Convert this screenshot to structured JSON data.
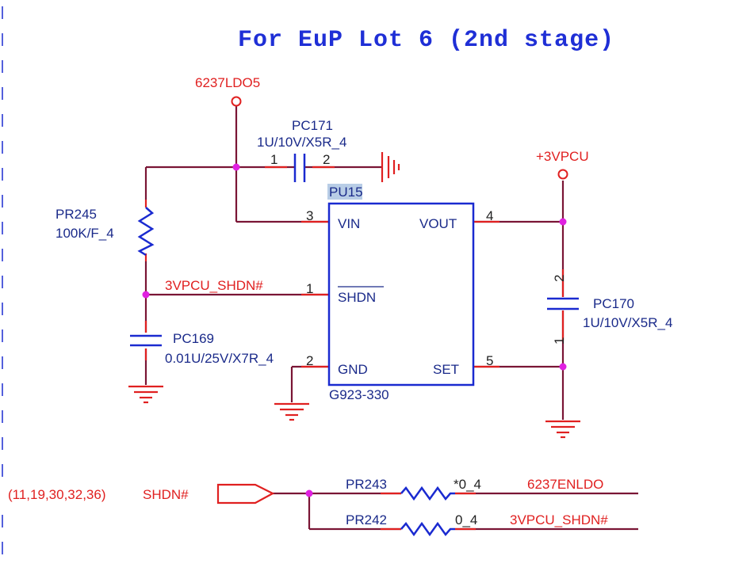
{
  "title": "For EuP Lot 6 (2nd stage)",
  "nets": {
    "ldo5": "6237LDO5",
    "vpcu": "+3VPCU",
    "shdn_net": "3VPCU_SHDN#",
    "shdn_port_refs": "(11,19,30,32,36)",
    "shdn_port": "SHDN#",
    "enldo": "6237ENLDO",
    "shdn_net2": "3VPCU_SHDN#"
  },
  "components": {
    "pc171": {
      "ref": "PC171",
      "value": "1U/10V/X5R_4",
      "pin1": "1",
      "pin2": "2"
    },
    "pr245": {
      "ref": "PR245",
      "value": "100K/F_4"
    },
    "pc169": {
      "ref": "PC169",
      "value": "0.01U/25V/X7R_4"
    },
    "pc170": {
      "ref": "PC170",
      "value": "1U/10V/X5R_4",
      "pin1": "1",
      "pin2": "2"
    },
    "pu15": {
      "ref": "PU15",
      "part": "G923-330",
      "pins": {
        "vin": {
          "name": "VIN",
          "num": "3"
        },
        "shdn": {
          "name": "SHDN",
          "num": "1"
        },
        "gnd": {
          "name": "GND",
          "num": "2"
        },
        "vout": {
          "name": "VOUT",
          "num": "4"
        },
        "set": {
          "name": "SET",
          "num": "5"
        }
      }
    },
    "pr243": {
      "ref": "PR243",
      "value": "*0_4"
    },
    "pr242": {
      "ref": "PR242",
      "value": "0_4"
    }
  },
  "colors": {
    "title": "#1f2fd6",
    "net_label": "#e02020",
    "wire": "#7a1535",
    "component": "#1a2ad0",
    "junction": "#e020e0"
  }
}
